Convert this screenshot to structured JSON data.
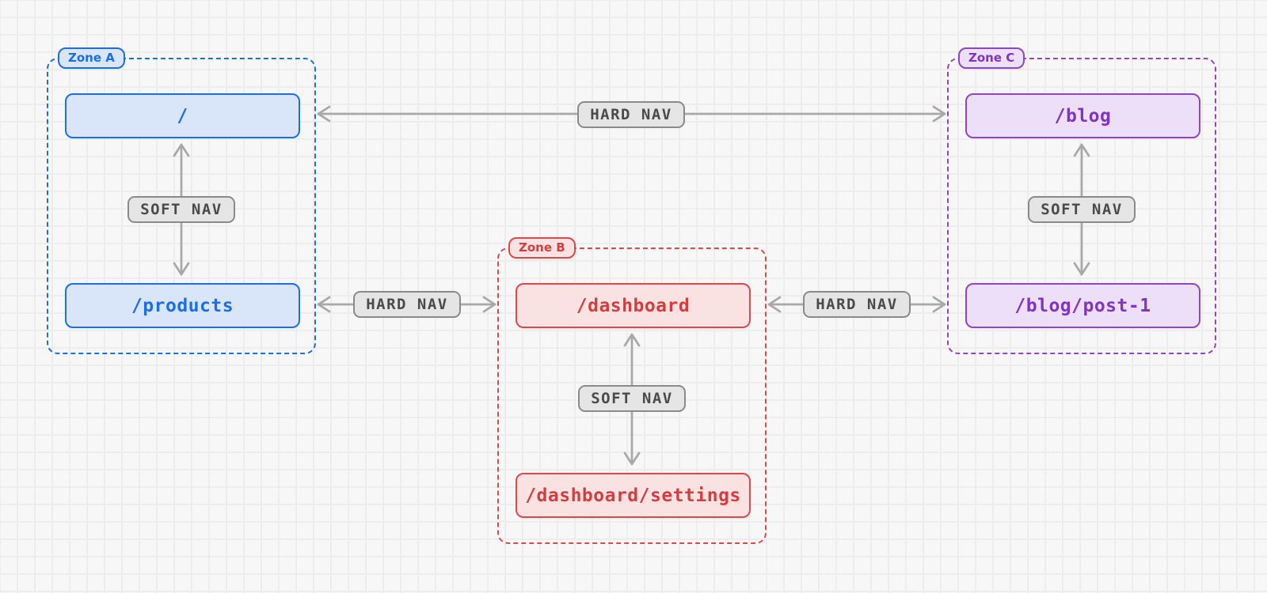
{
  "diagram": {
    "title_hint": "route-zones-navigation-diagram",
    "zones": [
      {
        "label": "Zone A",
        "theme": "blue",
        "routes": [
          "/",
          "/products"
        ]
      },
      {
        "label": "Zone B",
        "theme": "red",
        "routes": [
          "/dashboard",
          "/dashboard/settings"
        ]
      },
      {
        "label": "Zone C",
        "theme": "purple",
        "routes": [
          "/blog",
          "/blog/post-1"
        ]
      }
    ],
    "edges": [
      {
        "label": "HARD NAV",
        "type": "hard",
        "from": "/",
        "to": "/blog",
        "direction": "bidirectional"
      },
      {
        "label": "SOFT NAV",
        "type": "soft",
        "from": "/",
        "to": "/products",
        "direction": "bidirectional"
      },
      {
        "label": "HARD NAV",
        "type": "hard",
        "from": "/products",
        "to": "/dashboard",
        "direction": "bidirectional"
      },
      {
        "label": "SOFT NAV",
        "type": "soft",
        "from": "/dashboard",
        "to": "/dashboard/settings",
        "direction": "bidirectional"
      },
      {
        "label": "HARD NAV",
        "type": "hard",
        "from": "/dashboard",
        "to": "/blog/post-1",
        "direction": "bidirectional"
      },
      {
        "label": "SOFT NAV",
        "type": "soft",
        "from": "/blog",
        "to": "/blog/post-1",
        "direction": "bidirectional"
      }
    ],
    "colors": {
      "blue_border": "#1a6ee8",
      "blue_fill": "#d9e6fa",
      "blue_text": "#1a6ee8",
      "red_border": "#e04848",
      "red_fill": "#f9e2e1",
      "red_text": "#d63c3c",
      "purple_border": "#9043cc",
      "purple_fill": "#ecdff7",
      "purple_text": "#8233c4",
      "gray_arrow": "#a8a8a8",
      "gray_pill_fill": "#e5e5e5",
      "gray_pill_border": "#8a8a8a",
      "gray_pill_text": "#4a4a4a",
      "background": "#f7f7f7",
      "grid_line": "#ededed"
    }
  }
}
